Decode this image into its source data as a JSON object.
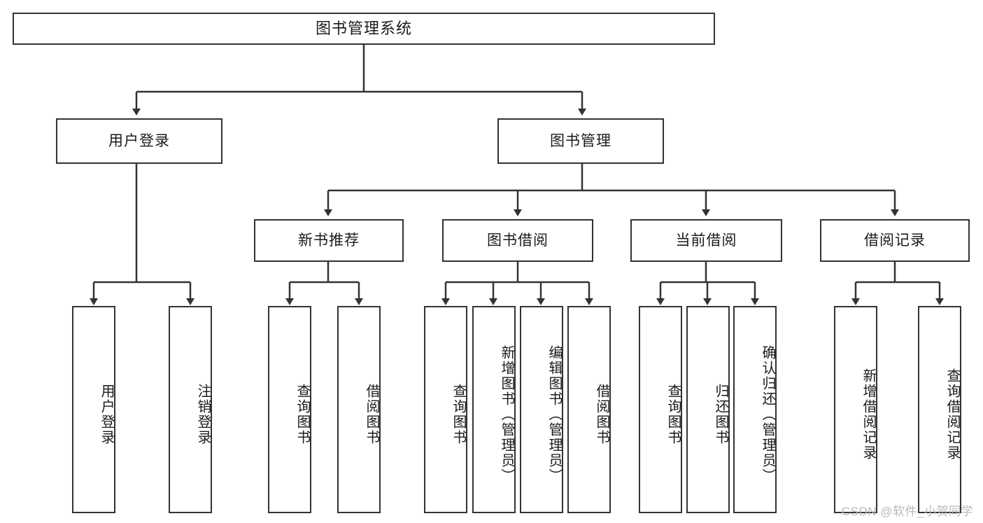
{
  "diagram": {
    "title": "图书管理系统",
    "type": "tree",
    "colors": {
      "line": "#333333",
      "box_border": "#333333",
      "box_fill": "#ffffff",
      "text": "#1b1b1b",
      "watermark": "#b9b9b9",
      "background": "#ffffff"
    },
    "nodes": {
      "root": {
        "label": "图书管理系统"
      },
      "level2": [
        {
          "label": "用户登录"
        },
        {
          "label": "图书管理"
        }
      ],
      "level3": [
        {
          "label": "新书推荐"
        },
        {
          "label": "图书借阅"
        },
        {
          "label": "当前借阅"
        },
        {
          "label": "借阅记录"
        }
      ],
      "leaves_user_login": [
        {
          "label": "用户登录"
        },
        {
          "label": "注销登录"
        }
      ],
      "leaves_new_book": [
        {
          "label": "查询图书"
        },
        {
          "label": "借阅图书"
        }
      ],
      "leaves_borrow": [
        {
          "label": "查询图书"
        },
        {
          "label": "新增图书（管理员）"
        },
        {
          "label": "编辑图书（管理员）"
        },
        {
          "label": "借阅图书"
        }
      ],
      "leaves_current": [
        {
          "label": "查询图书"
        },
        {
          "label": "归还图书"
        },
        {
          "label": "确认归还（管理员）"
        }
      ],
      "leaves_records": [
        {
          "label": "新增借阅记录"
        },
        {
          "label": "查询借阅记录"
        }
      ]
    },
    "watermark": "CSDN @软件_小贺同学"
  }
}
